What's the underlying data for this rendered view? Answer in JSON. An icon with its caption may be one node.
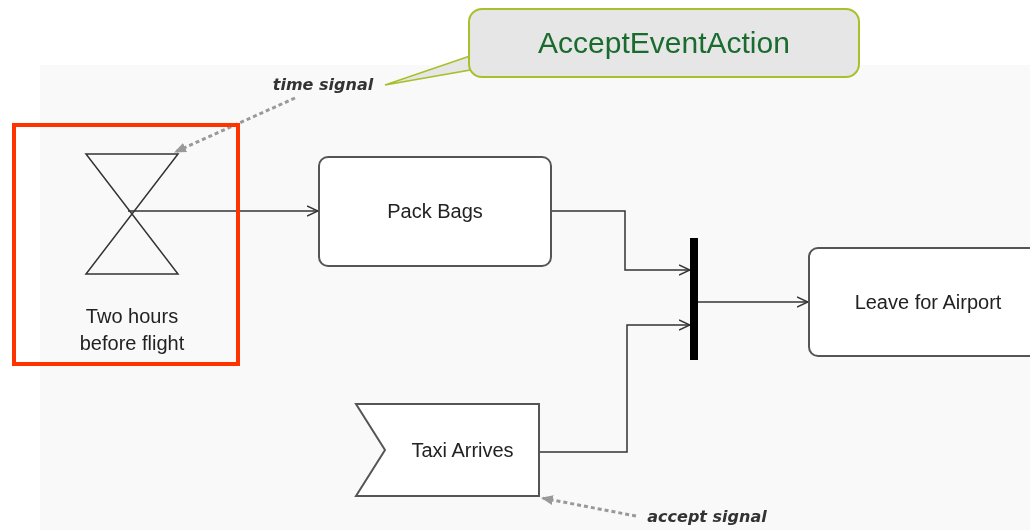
{
  "diagram": {
    "nodes": [
      {
        "text": [
          "AcceptEventAction"
        ]
      },
      {
        "text": [
          "time signal"
        ]
      },
      {
        "text": [],
        "shape": "box"
      },
      {
        "text": [
          "Two hours before flight"
        ],
        "in": 2
      },
      {
        "text": [
          "Pack Bags"
        ]
      },
      {
        "text": [],
        "shape": "bar"
      },
      {
        "text": [
          "Leave for Airport"
        ]
      },
      {
        "text": [
          "Taxi Arrives"
        ]
      },
      {
        "text": [
          "accept signal"
        ]
      }
    ],
    "edges": [
      {
        "from": 0,
        "to": 1,
        "arrow": "none",
        "color": "#a8c02a"
      },
      {
        "from": 1,
        "to": 3,
        "arrow": "to",
        "style": "dashed",
        "color": "#999999"
      },
      {
        "from": 3,
        "to": 4,
        "arrow": "to"
      },
      {
        "from": 4,
        "to": 5,
        "arrow": "to"
      },
      {
        "from": 7,
        "to": 5,
        "arrow": "to"
      },
      {
        "from": 5,
        "to": 6,
        "arrow": "to"
      },
      {
        "from": 8,
        "to": 7,
        "arrow": "to",
        "style": "dashed",
        "color": "#999999"
      }
    ]
  }
}
